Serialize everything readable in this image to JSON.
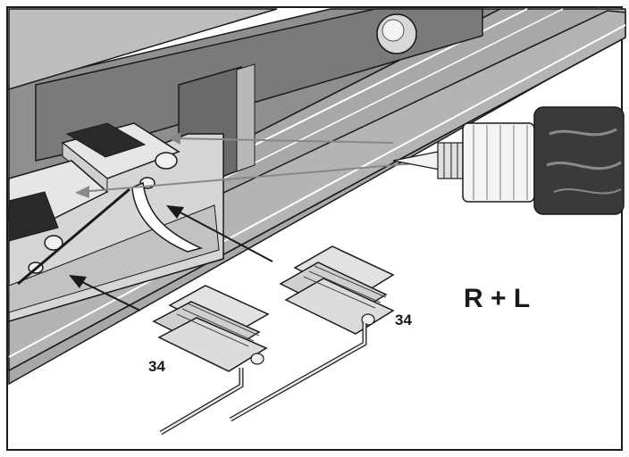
{
  "diagram": {
    "labels": {
      "part_left": "34",
      "part_right": "34",
      "side_note": "R + L"
    },
    "colors": {
      "outline": "#1a1a1a",
      "frame_fill": "#9a9a9a",
      "frame_dark": "#6e6e6e",
      "frame_light": "#c8c8c8",
      "hinge_fill": "#e4e4e4",
      "hinge_dark": "#2a2a2a",
      "part_fill": "#cfcfcf",
      "tube_fill": "#e8e8e8",
      "tube_body": "#3a3a3a",
      "background": "#ffffff"
    }
  }
}
